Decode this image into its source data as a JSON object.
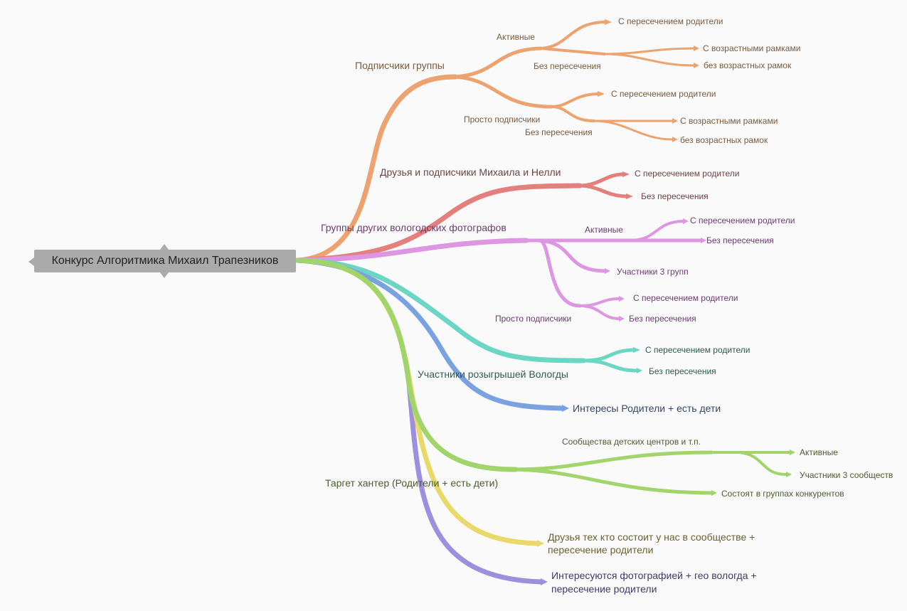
{
  "root": {
    "label": "Конкурс Алгоритмика Михаил Трапезников"
  },
  "colors": {
    "orange": "#eca36f",
    "red": "#e3807c",
    "violet": "#dc96e2",
    "teal": "#6bd6c3",
    "blue": "#7aa2e0",
    "green": "#a1d46b",
    "yellow": "#e9d96a",
    "purple": "#9c90de",
    "root": "#ababab"
  },
  "branches": {
    "subscribers": {
      "label": "Подписчики группы",
      "active": {
        "label": "Активные",
        "cross": "С пересечением родители",
        "nocross": {
          "label": "Без пересечения",
          "age": "С возрастными рамками",
          "noage": "без возрастных рамок"
        }
      },
      "simple": {
        "label": "Просто подписчики",
        "cross": "С пересечением родители",
        "nocross": {
          "label": "Без пересечения",
          "age": "С возрастными рамками",
          "noage": "без возрастных рамок"
        }
      }
    },
    "friends": {
      "label": "Друзья и подписчики Михаила и Нелли",
      "cross": "С пересечением родители",
      "nocross": "Без пересечения"
    },
    "photographers": {
      "label": "Группы других вологодских фотографов",
      "active": {
        "label": "Активные",
        "cross": "С пересечением родители",
        "nocross": "Без пересечения"
      },
      "three": "Участники 3 групп",
      "simple": {
        "label": "Просто подписчики",
        "cross": "С пересечением родители",
        "nocross": "Без пересечения"
      }
    },
    "giveaways": {
      "label": "Участники розыгрышей Вологды",
      "cross": "С пересечением родители",
      "nocross": "Без пересечения"
    },
    "interests": {
      "label": "Интересы Родители + есть дети"
    },
    "target": {
      "label": "Таргет хантер (Родители + есть дети)",
      "centers": {
        "label": "Сообщества детских центров и т.п.",
        "active": "Активные",
        "three": "Участники 3 сообществ"
      },
      "competitors": "Состоят в группах конкурентов"
    },
    "ourfriends": {
      "line1": "Друзья тех кто состоит у нас в сообществе +",
      "line2": "пересечение родители"
    },
    "photo": {
      "line1": "Интересуются фотографией + гео вологда +",
      "line2": "пересечение родители"
    }
  }
}
